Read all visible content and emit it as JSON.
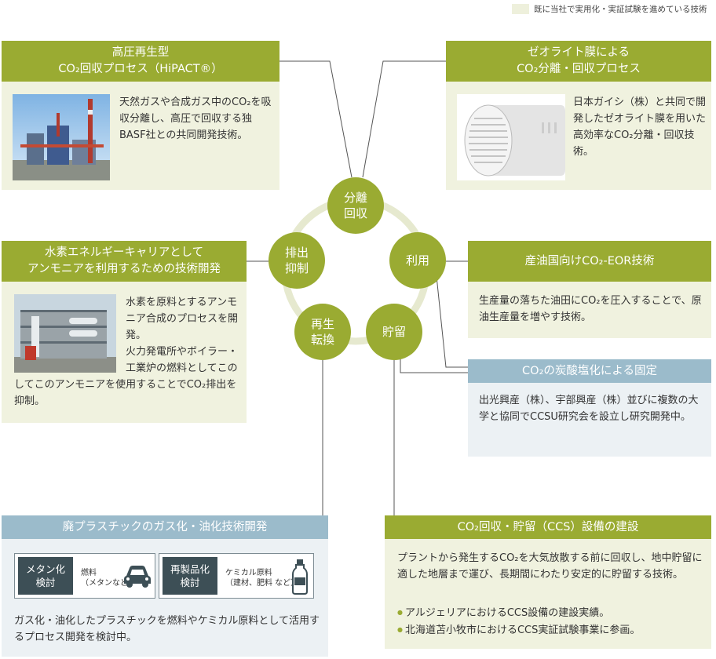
{
  "legend": {
    "text": "既に当社で実用化・実証試験を進めている技術"
  },
  "cycle": {
    "nodes": [
      {
        "id": "separation",
        "line1": "分離",
        "line2": "回収"
      },
      {
        "id": "utilization",
        "line1": "利用",
        "line2": ""
      },
      {
        "id": "storage",
        "line1": "貯留",
        "line2": ""
      },
      {
        "id": "regeneration",
        "line1": "再生",
        "line2": "転換"
      },
      {
        "id": "emission",
        "line1": "排出",
        "line2": "抑制"
      }
    ]
  },
  "cards": {
    "hipact": {
      "title1": "高圧再生型",
      "title2": "CO₂回収プロセス（HiPACT®）",
      "text": "天然ガスや合成ガス中のCO₂を吸収分離し、高圧で回収する独BASF社との共同開発技術。"
    },
    "zeolite": {
      "title1": "ゼオライト膜による",
      "title2": "CO₂分離・回収プロセス",
      "text": "日本ガイシ（株）と共同で開発したゼオライト膜を用いた高効率なCO₂分離・回収技術。"
    },
    "ammonia": {
      "title1": "水素エネルギーキャリアとして",
      "title2": "アンモニアを利用するための技術開発",
      "text1": "水素を原料とするアンモニア合成のプロセスを開発。",
      "text2": "火力発電所やボイラー・工業炉の燃料としてこのアンモニアを使用することでCO₂排出を抑制。"
    },
    "eor": {
      "title": "産油国向けCO₂-EOR技術",
      "text": "生産量の落ちた油田にCO₂を圧入することで、原油生産量を増やす技術。"
    },
    "carbonate": {
      "title": "CO₂の炭酸塩化による固定",
      "text": "出光興産（株）、宇部興産（株）並びに複数の大学と協同でCCSU研究会を設立し研究開発中。"
    },
    "plastic": {
      "title": "廃プラスチックのガス化・油化技術開発",
      "box1_label1": "メタン化",
      "box1_label2": "検討",
      "box1_item1": "燃料",
      "box1_item2": "（メタンなど）",
      "box2_label1": "再製品化",
      "box2_label2": "検討",
      "box2_item1": "ケミカル原料",
      "box2_item2": "（建材、肥料 など）",
      "text": "ガス化・油化したプラスチックを燃料やケミカル原料として活用するプロセス開発を検討中。"
    },
    "ccs": {
      "title": "CO₂回収・貯留（CCS）設備の建設",
      "text": "プラントから発生するCO₂を大気放散する前に回収し、地中貯留に適した地層まで運び、長期間にわたり安定的に貯留する技術。",
      "bullet1": "アルジェリアにおけるCCS設備の建設実績。",
      "bullet2": "北海道苫小牧市におけるCCS実証試験事業に参画。"
    }
  },
  "colors": {
    "green": "#9aab32",
    "greenLight": "#f0f2df",
    "blue": "#9bbbcb",
    "blueLight": "#ecf1f4"
  },
  "icons": [
    "car-icon",
    "bottle-icon"
  ]
}
